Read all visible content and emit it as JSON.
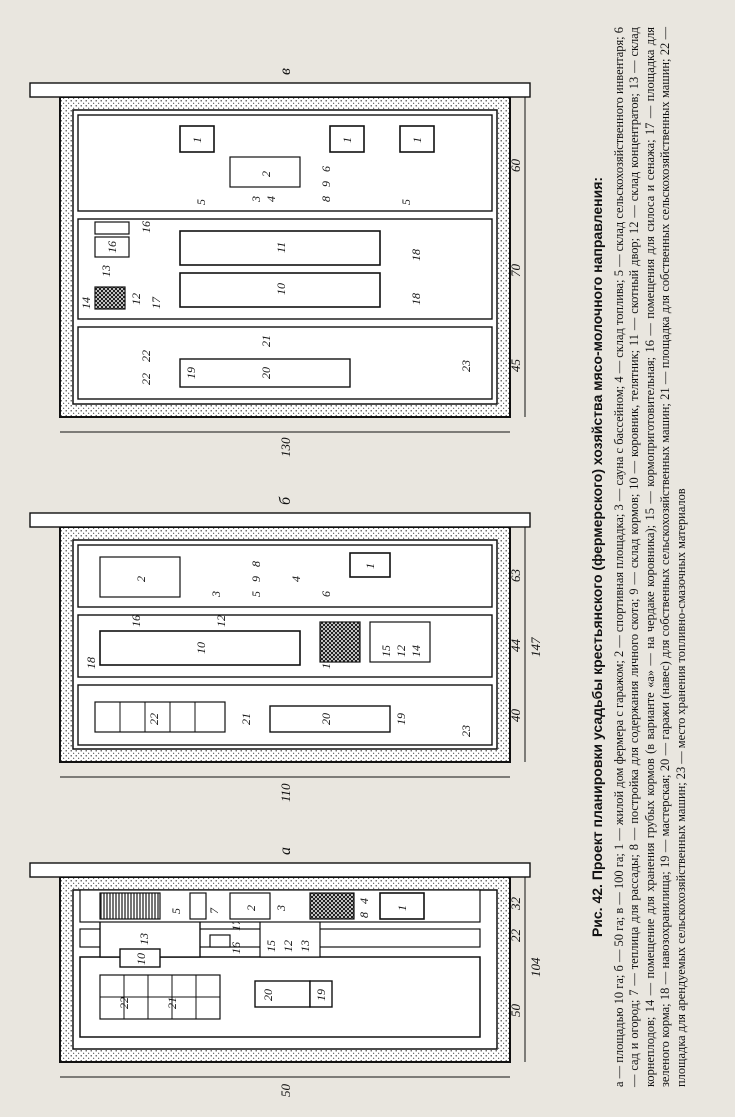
{
  "caption": {
    "title": "Рис. 42. Проект планировки усадьбы крестьянского (фермерского) хозяйства мясо-молочного направления:",
    "legend": "а — площадью 10 га; б — 50 га; в — 100 га; 1 — жилой дом фермера с гаражом; 2 — спортивная площадка; 3 — сауна с бассейном; 4 — склад топлива; 5 — склад сельскохозяйственного инвентаря; 6 — сад и огород; 7 — теплица для рассады; 8 — постройка для содержания личного скота; 9 — склад кормов; 10 — коровник, телятник; 11 — скотный двор; 12 — склад концентратов; 13 — склад корнеплодов; 14 — помещение для хранения грубых кормов (в варианте «а» — на чердаке коровника); 15 — кормоприготовительная; 16 — помещения для силоса и сенажа; 17 — площадка для зеленого корма; 18 — навозохранилища; 19 — мастерская; 20 — гаражи (навес) для собственных сельскохозяйственных машин; 21 — площадка для собственных сельскохозяйственных машин; 22 — площадка для арендуемых сельскохозяйственных машин; 23 — место хранения топливно-смазочных материалов"
  },
  "plans": {
    "a": {
      "letter": "а",
      "width": "50",
      "total": "104",
      "segments": [
        "50",
        "22",
        "32"
      ],
      "labels": {
        "n20": "20",
        "n19": "19",
        "n22": "22",
        "n21": "21",
        "n15": "15",
        "n12": "12",
        "n13": "13",
        "n16": "16",
        "n17": "17",
        "n8": "8",
        "n4": "4",
        "n1": "1",
        "n10": "10",
        "n13b": "13",
        "n2": "2",
        "n3": "3",
        "n7": "7",
        "n5": "5"
      }
    },
    "b": {
      "letter": "б",
      "width": "110",
      "total": "147",
      "segments": [
        "40",
        "44",
        "63"
      ],
      "labels": {
        "n20": "20",
        "n19": "19",
        "n21": "21",
        "n22": "22",
        "n23": "23",
        "n17": "17",
        "n10": "10",
        "n12": "12",
        "n16": "16",
        "n18": "18",
        "n15": "15",
        "n12b": "12",
        "n14": "14",
        "n5": "5",
        "n9": "9",
        "n8": "8",
        "n3": "3",
        "n4": "4",
        "n2": "2",
        "n1": "1",
        "n6": "6"
      }
    },
    "c": {
      "letter": "в",
      "width": "130",
      "segments": [
        "45",
        "70",
        "60"
      ],
      "labels": {
        "n19": "19",
        "n20": "20",
        "n21": "21",
        "n22": "22",
        "n22b": "22",
        "n23": "23",
        "n17": "17",
        "n10": "10",
        "n11": "11",
        "n12": "12",
        "n14": "14",
        "n13": "13",
        "n16": "16",
        "n16b": "16",
        "n18": "18",
        "n18b": "18",
        "n5": "5",
        "n5b": "5",
        "n2": "2",
        "n1": "1",
        "n1b": "1",
        "n1c": "1",
        "n3": "3",
        "n4": "4",
        "n8": "8",
        "n9": "9",
        "n6": "6"
      }
    }
  }
}
